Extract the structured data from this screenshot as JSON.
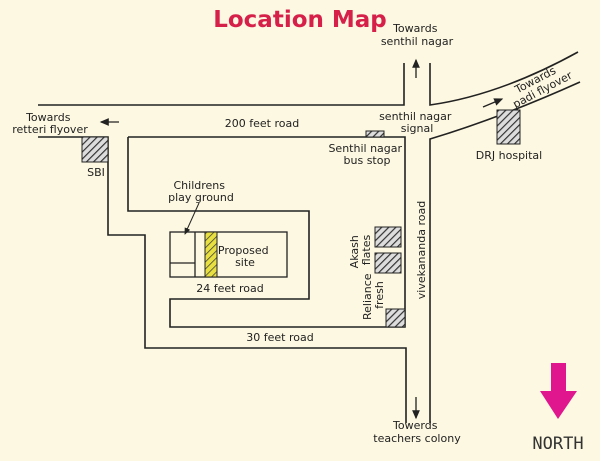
{
  "title": "Location Map",
  "colors": {
    "background": "#fdf8e1",
    "title": "#d6204a",
    "north_arrow": "#e0168f",
    "proposed_site": "#e8e040",
    "road_lines": "#222222"
  },
  "labels": {
    "towards_senthil_nagar": [
      "Towards",
      "senthil nagar"
    ],
    "towards_retteri_flyover": [
      "Towards",
      "retteri flyover"
    ],
    "towards_padi_flyover": [
      "Towards",
      "padi flyover"
    ],
    "towards_teachers_colony": [
      "Towerds",
      "teachers colony"
    ],
    "road_200ft": "200 feet road",
    "road_24ft": "24 feet road",
    "road_30ft": "30 feet road",
    "vivekananda_road": "vivekananda road",
    "signal": [
      "senthil nagar",
      "signal"
    ],
    "bus_stop": [
      "Senthil nagar",
      "bus stop"
    ],
    "drj_hospital": "DRJ hospital",
    "sbi": "SBI",
    "play_ground": [
      "Childrens",
      "play ground"
    ],
    "proposed_site": [
      "Proposed",
      "site"
    ],
    "akash_flates": [
      "Akash",
      "flates"
    ],
    "reliance_fresh": [
      "Reliance",
      "fresh"
    ],
    "north": "NORTH"
  },
  "icons": {
    "north_arrow": "arrow-down-icon",
    "direction_arrows": "arrow-icon"
  }
}
